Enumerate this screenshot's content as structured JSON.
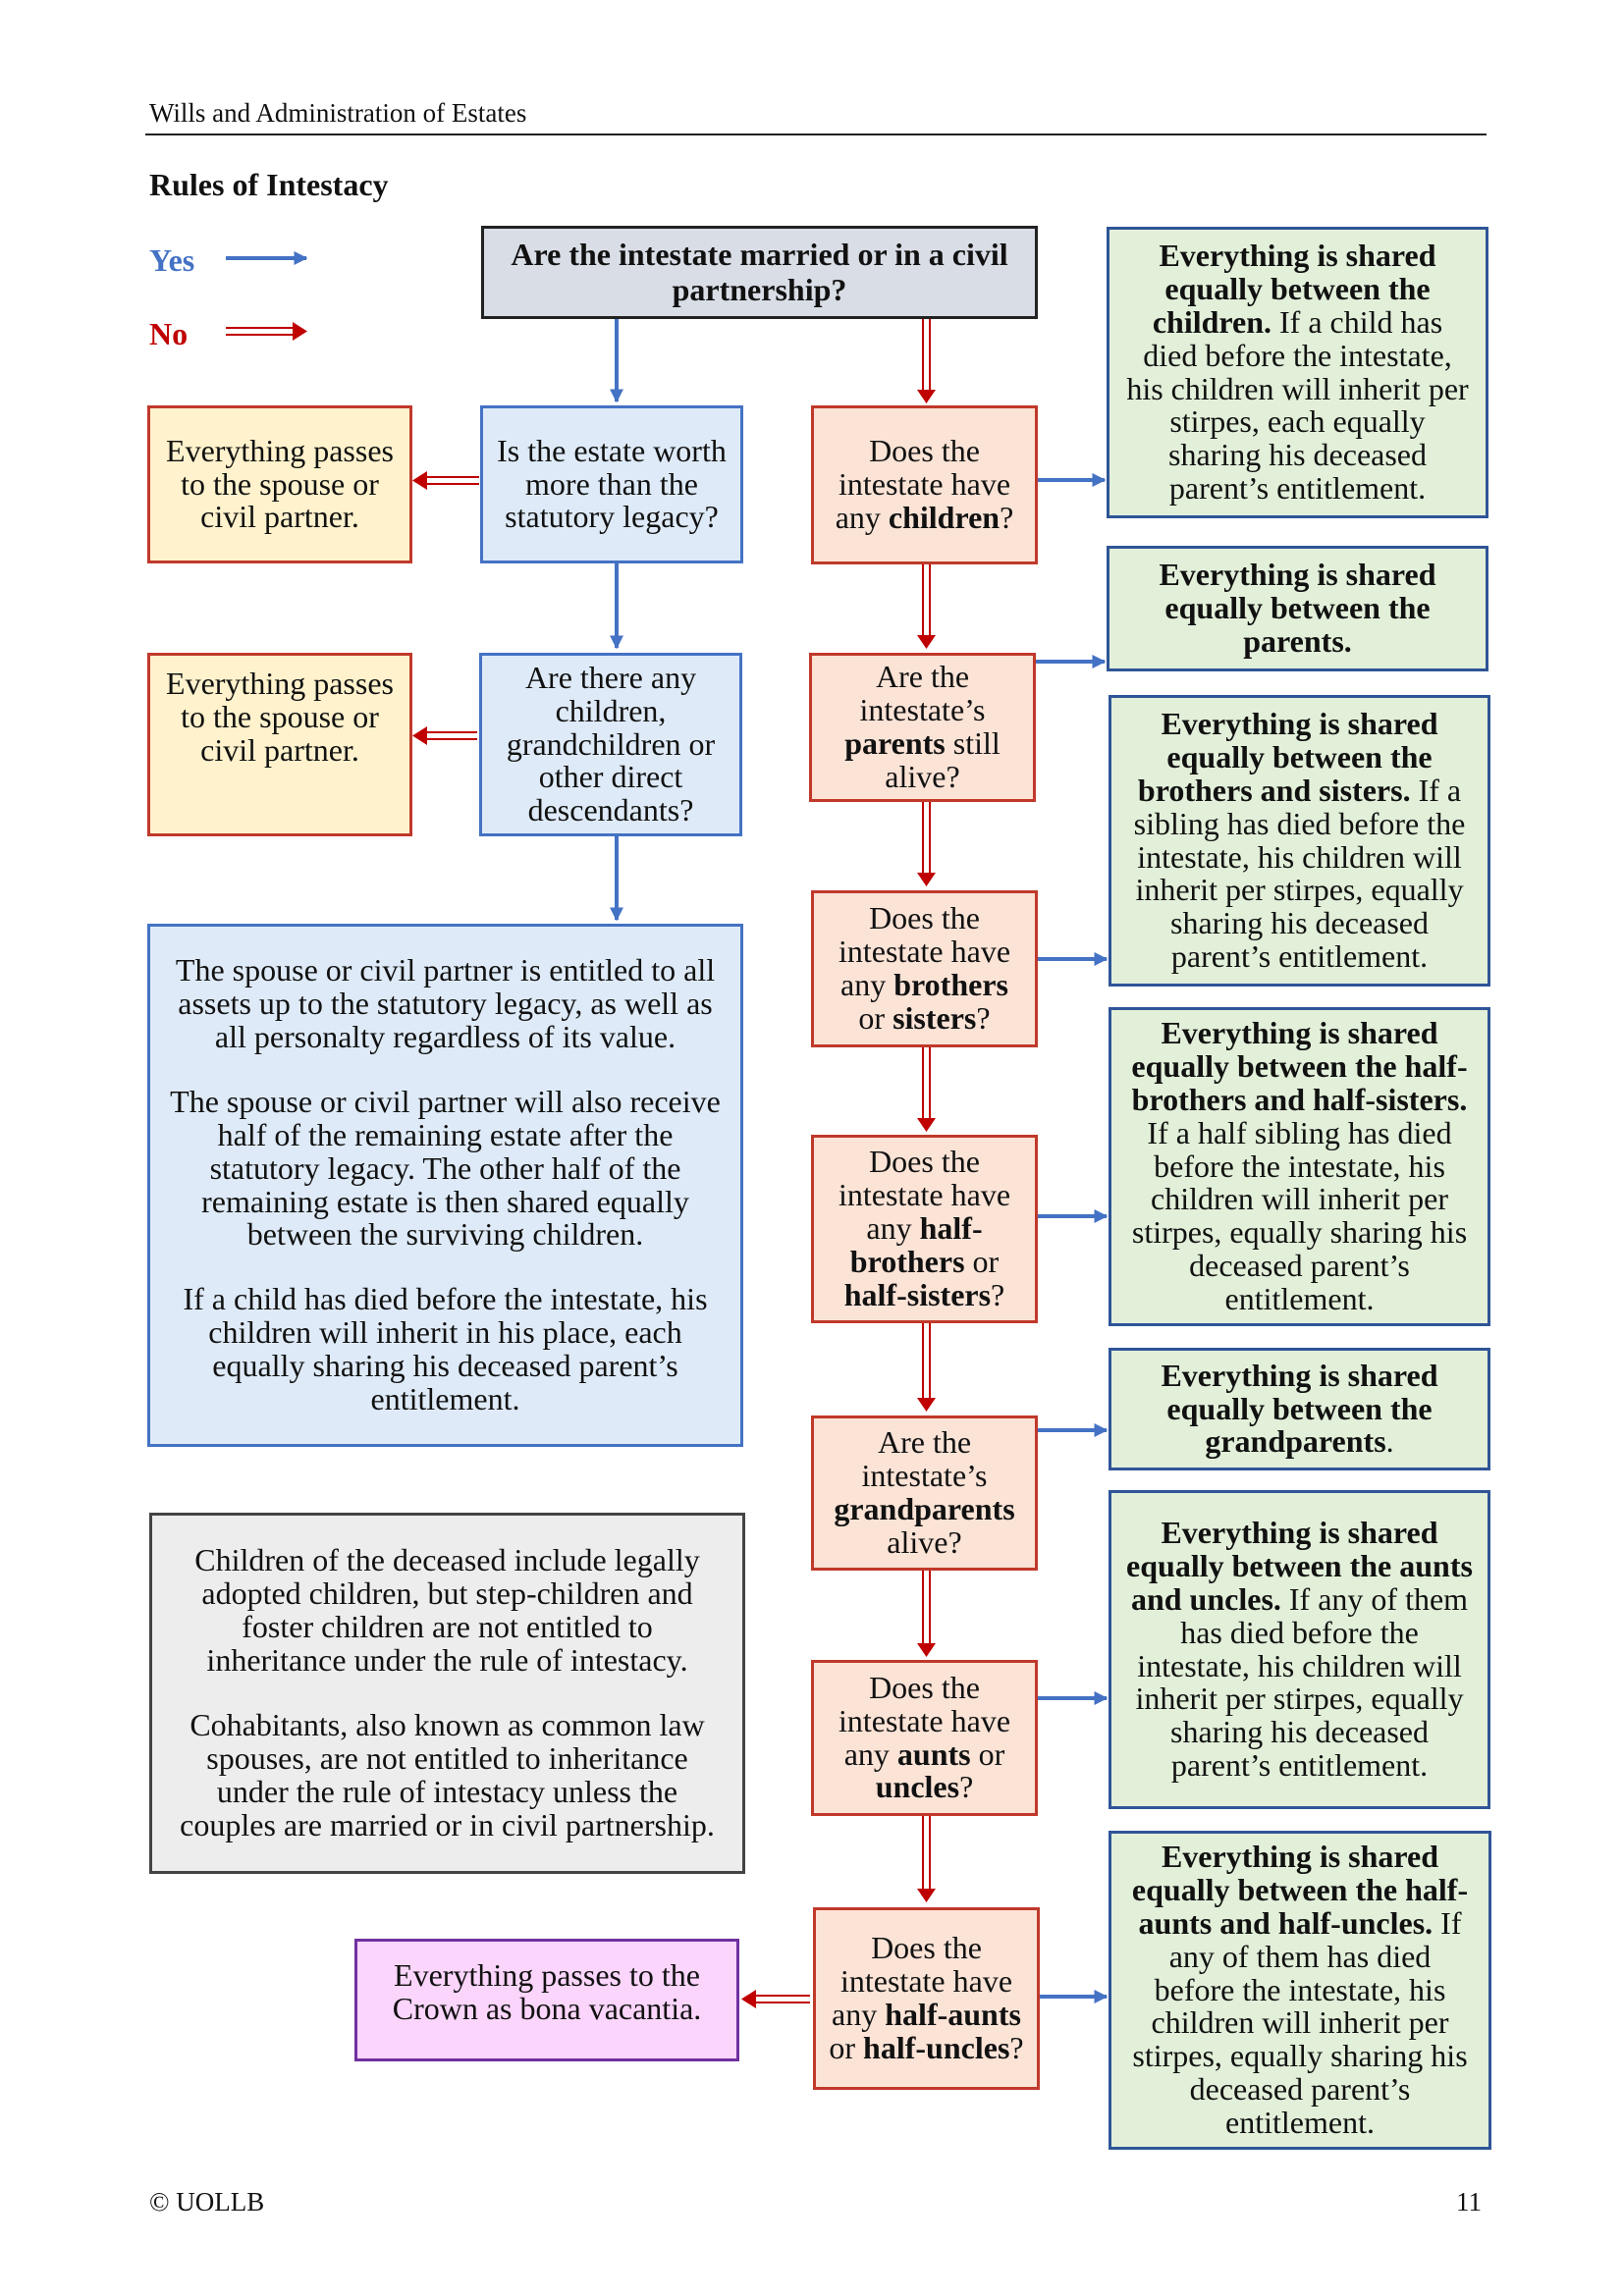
{
  "header": {
    "title": "Wills and Administration of Estates"
  },
  "section_title": "Rules of Intestacy",
  "legend": {
    "yes_label": "Yes",
    "no_label": "No",
    "yes_color": "#4472c4",
    "no_color": "#c00000"
  },
  "nodes": {
    "q_married": {
      "text": "Are the intestate married or in a civil partnership?"
    },
    "q_estate_worth": {
      "text": "Is the estate worth more than the statutory legacy?"
    },
    "a_spouse_1": {
      "text": "Everything passes to the spouse or civil partner."
    },
    "q_descendants": {
      "text": "Are there any children, grandchildren or other direct descendants?"
    },
    "a_spouse_2": {
      "text": "Everything passes to the spouse or civil partner."
    },
    "info_spouse_entitlement": {
      "p1": "The spouse or civil partner is entitled to all assets up to the statutory legacy, as well as all personalty regardless of its value.",
      "p2": "The spouse or civil partner will also receive half of the remaining estate after the statutory legacy. The other half of the remaining estate is then shared equally between the surviving children.",
      "p3": "If a child has died before the intestate, his children will inherit in his place, each equally sharing his deceased parent’s entitlement."
    },
    "info_children_note": {
      "p1": "Children of the deceased include legally adopted children, but step-children and foster children are not entitled to inheritance under the rule of intestacy.",
      "p2": "Cohabitants, also known as common law spouses, are not entitled to inheritance under the rule of intestacy unless the couples are married or in civil partnership."
    },
    "a_crown": {
      "text": "Everything passes to the Crown as bona vacantia."
    },
    "q_children": {
      "pre": "Does the intestate have any ",
      "bold": "children",
      "post": "?"
    },
    "q_parents": {
      "pre": "Are the intestate’s ",
      "bold": "parents",
      "post": " still alive?"
    },
    "q_siblings": {
      "pre": "Does the intestate have any ",
      "bold1": "brothers",
      "mid": " or ",
      "bold2": "sisters",
      "post": "?"
    },
    "q_half_siblings": {
      "pre": "Does the intestate have any ",
      "bold1": "half-brothers",
      "mid": " or ",
      "bold2": "half-sisters",
      "post": "?"
    },
    "q_grandparents": {
      "pre": "Are the intestate’s ",
      "bold": "grandparents",
      "post": " alive?"
    },
    "q_aunts_uncles": {
      "pre": "Does the intestate have any ",
      "bold1": "aunts",
      "mid": " or ",
      "bold2": "uncles",
      "post": "?"
    },
    "q_half_aunts_uncles": {
      "pre": "Does the intestate have any ",
      "bold1": "half-aunts",
      "mid": " or ",
      "bold2": "half-uncles",
      "post": "?"
    },
    "a_children": {
      "bold": "Everything is shared equally between the children.",
      "rest": " If a child has died before the intestate, his children will inherit per stirpes, each equally sharing his deceased parent’s entitlement."
    },
    "a_parents": {
      "bold": "Everything is shared equally between the parents."
    },
    "a_siblings": {
      "bold": "Everything is shared equally between the brothers and sisters.",
      "rest": " If a sibling has died before the intestate, his children will inherit per stirpes, equally sharing his deceased parent’s entitlement."
    },
    "a_half_siblings": {
      "bold": "Everything is shared equally between the half-brothers and half-sisters.",
      "rest": " If a half sibling has died before the intestate, his children will inherit per stirpes, equally sharing his deceased parent’s entitlement."
    },
    "a_grandparents": {
      "bold": "Everything is shared equally between the grandparents",
      "rest": "."
    },
    "a_aunts_uncles": {
      "bold": "Everything is shared equally between the aunts and uncles.",
      "rest": " If any of them has died before the intestate, his children will inherit per stirpes, equally sharing his deceased parent’s entitlement."
    },
    "a_half_aunts_uncles": {
      "bold": "Everything is shared equally between the half-aunts and half-uncles.",
      "rest": " If any of them has died before the intestate, his children will inherit per stirpes, equally sharing his deceased parent’s entitlement."
    }
  },
  "footer": {
    "copyright": "© UOLLB",
    "page_number": "11"
  }
}
